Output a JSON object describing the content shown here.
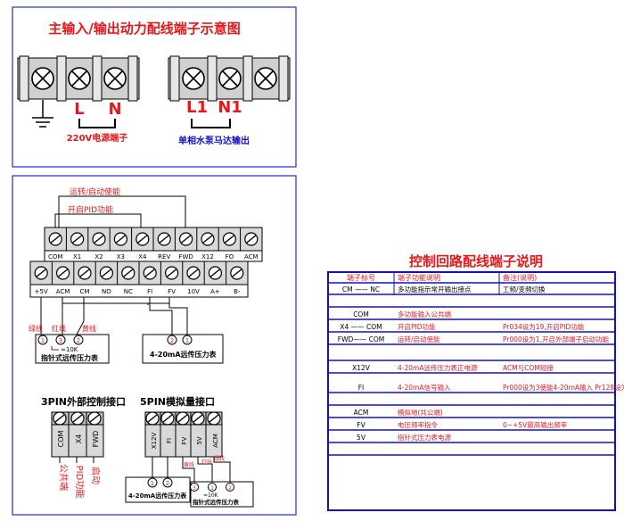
{
  "top_panel": {
    "title": "主输入/输出动力配线端子示意图",
    "left_labels": [
      "L",
      "N"
    ],
    "left_caption": "220V电源端子",
    "right_labels": [
      "L1",
      "N1"
    ],
    "right_caption": "单相水泵马达输出"
  },
  "control_panel": {
    "label_run_start": "运转/启动使能",
    "label_pid": "开启PID功能",
    "top_row": [
      "COM",
      "X1",
      "X2",
      "X3",
      "X4",
      "REV",
      "FWD",
      "X12",
      "FO",
      "ACM"
    ],
    "bottom_row": [
      "+5V",
      "ACM",
      "CM",
      "NO",
      "NC",
      "FI",
      "FV",
      "10V",
      "A+",
      "B-"
    ],
    "wire_colors": [
      "绿线",
      "红线",
      "黄线"
    ],
    "gauge1_pins": [
      "1",
      "3",
      "2"
    ],
    "gauge1_mark": "≈10K",
    "gauge1_label": "指针式远传压力表",
    "gauge2_pins": [
      "2",
      "1"
    ],
    "gauge2_label": "4-20mA远传压力表",
    "pin3_title": "3PIN外部控制接口",
    "pin3_terms": [
      "COM",
      "X4",
      "FWD"
    ],
    "pin3_labels": [
      "公共端",
      "PID功能",
      "启动"
    ],
    "pin5_title": "5PIN模拟量接口",
    "pin5_terms": [
      "X12V",
      "FI",
      "FV",
      "5V",
      "ACM"
    ],
    "pin5_gauge1_pins": [
      "1",
      "2"
    ],
    "pin5_gauge1_label": "4-20mA远传压力表",
    "pin5_gauge2_pins": [
      "3",
      "1",
      "2"
    ],
    "pin5_gauge2_mark": "≈10K",
    "pin5_gauge2_label": "指针式远传压力表",
    "pin5_wire_marks": [
      "红线",
      "绿线",
      "黄线"
    ]
  },
  "table": {
    "title": "控制回路配线端子说明",
    "headers": [
      "端子标号",
      "端子功能说明",
      "备注(说明)"
    ],
    "rows": [
      [
        "CM —— NC",
        "多功能指示常开输出接点",
        "工频/变频切换"
      ],
      [
        "",
        "",
        ""
      ],
      [
        "COM",
        "多功能输入公共端",
        ""
      ],
      [
        "X4 —— COM",
        "开启PID功能",
        "Pr034设为19,开启PID功能"
      ],
      [
        "FWD—— COM",
        "运转/启动使能",
        "Pr000设为1,开启外部端子启动功能"
      ],
      [
        "",
        "",
        ""
      ],
      [
        "X12V",
        "4-20mA远传压力表正电源",
        "ACM与COM短接"
      ],
      [
        "FI",
        "4-20mA信号输入",
        "Pr000设为3使能4-20mA输入 Pr128设为1.00V"
      ],
      [
        "",
        "",
        ""
      ],
      [
        "ACM",
        "模拟地(共公端)",
        ""
      ],
      [
        "FV",
        "电压频率指令",
        "0~+5V最高输出频率"
      ],
      [
        "5V",
        "指针式压力表电源",
        ""
      ],
      [
        "",
        "",
        ""
      ]
    ]
  }
}
